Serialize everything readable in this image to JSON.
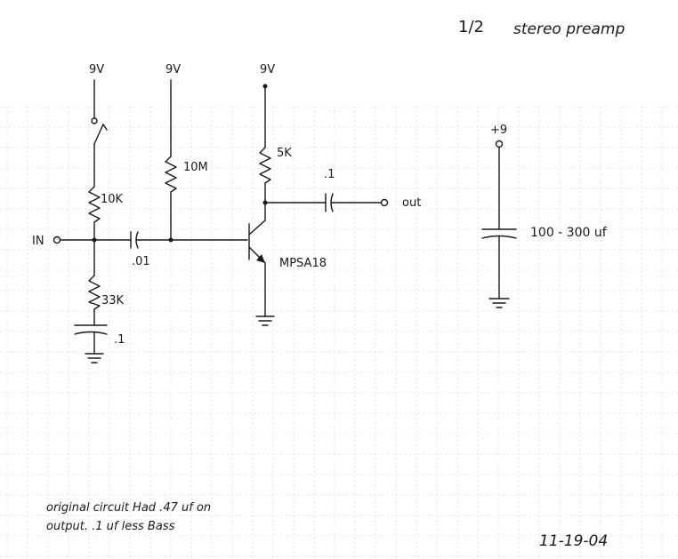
{
  "header": {
    "half": "1/2",
    "title": "stereo   preamp"
  },
  "supplies": {
    "left": "9V",
    "middle": "9V",
    "right": "9V",
    "plus9": "+9"
  },
  "components": {
    "r10k": "10K",
    "r33k": "33K",
    "r10m": "10M",
    "r5k": "5K",
    "c_in": ".01",
    "c_bias": ".1",
    "c_out": ".1",
    "transistor": "MPSA18",
    "filter_cap": "100 - 300 uf"
  },
  "ports": {
    "input": "IN",
    "output": "out"
  },
  "notes": {
    "line1": "original circuit  Had  .47 uf  on",
    "line2": "output.   .1 uf  less  Bass"
  },
  "date": "11-19-04"
}
